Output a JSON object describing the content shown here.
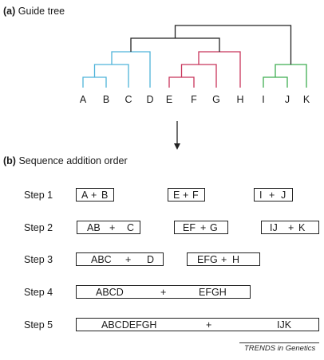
{
  "panel_a": {
    "tag": "(a)",
    "title": "Guide tree"
  },
  "panel_b": {
    "tag": "(b)",
    "title": "Sequence addition order"
  },
  "leaves": [
    "A",
    "B",
    "C",
    "D",
    "E",
    "F",
    "G",
    "H",
    "I",
    "J",
    "K"
  ],
  "clade_colors": {
    "blue": "#4fb3d9",
    "red": "#c8345a",
    "green": "#3fae52",
    "root": "#222222"
  },
  "steps": [
    {
      "label": "Step 1",
      "boxes": [
        {
          "tokens": [
            "A",
            "+",
            "B"
          ]
        },
        {
          "tokens": [
            "E",
            "+",
            "F"
          ]
        },
        {
          "tokens": [
            "I",
            "+",
            "J"
          ]
        }
      ]
    },
    {
      "label": "Step 2",
      "boxes": [
        {
          "tokens": [
            "AB",
            "+",
            "C"
          ]
        },
        {
          "tokens": [
            "EF",
            "+",
            "G"
          ]
        },
        {
          "tokens": [
            "IJ",
            "+",
            "K"
          ]
        }
      ]
    },
    {
      "label": "Step 3",
      "boxes": [
        {
          "tokens": [
            "ABC",
            "+",
            "D"
          ]
        },
        {
          "tokens": [
            "EFG",
            "+",
            "H"
          ]
        }
      ]
    },
    {
      "label": "Step 4",
      "boxes": [
        {
          "tokens": [
            "ABCD",
            "+",
            "EFGH"
          ]
        }
      ]
    },
    {
      "label": "Step 5",
      "boxes": [
        {
          "tokens": [
            "ABCDEFGH",
            "+",
            "IJK"
          ]
        }
      ]
    }
  ],
  "footer": "TRENDS in Genetics"
}
